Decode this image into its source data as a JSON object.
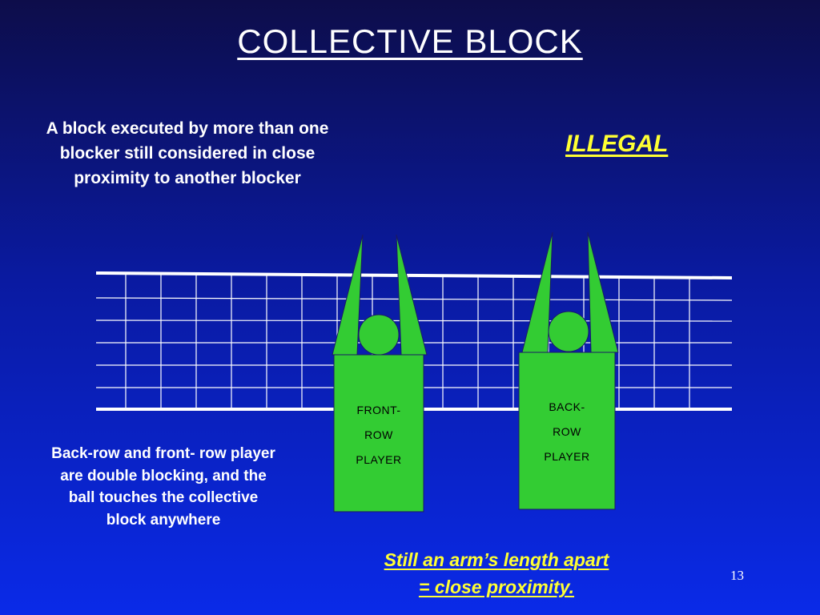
{
  "title": "COLLECTIVE  BLOCK",
  "description": "A block executed by more than one blocker still considered in close proximity to another blocker",
  "verdict": "ILLEGAL",
  "explanation": "Back-row and front- row player are double blocking, and the ball touches the collective block anywhere",
  "note_line1": "Still an arm’s length apart",
  "note_line2": "= close proximity.",
  "page_number": "13",
  "players": [
    {
      "label_line1": "FRONT-",
      "label_line2": "ROW",
      "label_line3": "PLAYER"
    },
    {
      "label_line1": "BACK-",
      "label_line2": "ROW",
      "label_line3": "PLAYER"
    }
  ],
  "colors": {
    "player_fill": "#33cc33",
    "player_outline": "#1a1a66",
    "net_line": "#ffffff",
    "highlight_text": "#ffff33"
  }
}
